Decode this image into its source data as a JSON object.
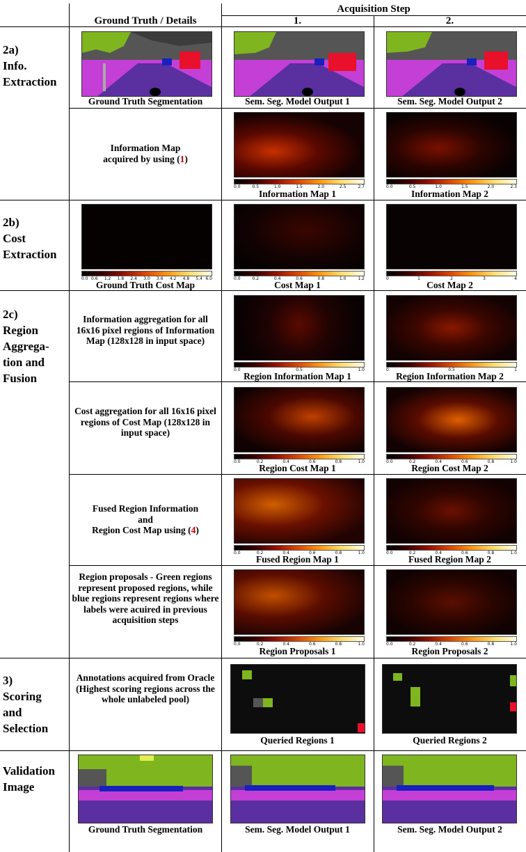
{
  "header": {
    "acquisition_step": "Acquisition Step",
    "col_gt": "Ground Truth / Details",
    "col_step1": "1.",
    "col_step2": "2."
  },
  "rows": {
    "info_extraction": {
      "label": "2a)\nInfo.\nExtraction"
    },
    "cost_extraction": {
      "label": "2b)\nCost\nExtraction"
    },
    "region_aggregation": {
      "label": "2c)\nRegion\nAggrega-\ntion and\nFusion"
    },
    "scoring": {
      "label": "3)\nScoring\nand\nSelection"
    },
    "validation": {
      "label": "Validation\nImage"
    }
  },
  "descriptions": {
    "info_map_a": "Information Map",
    "info_map_b": "acquired by using (",
    "info_map_ref": "1",
    "info_map_c": ")",
    "info_agg": "Information aggregation for all 16x16 pixel regions of Information Map (128x128 in input space)",
    "cost_agg": "Cost aggregation for all 16x16 pixel regions of Cost Map (128x128 in input space)",
    "fused_a": "Fused Region Information",
    "fused_b": "and",
    "fused_c": "Region Cost Map using (",
    "fused_ref": "4",
    "fused_d": ")",
    "proposals": "Region proposals - Green regions represent proposed regions, while blue regions represent regions where labels were acuired in previous acquisition steps",
    "annotations": "Annotations acquired from Oracle (Highest scoring regions across the whole unlabeled pool)"
  },
  "captions": {
    "gt_seg": "Ground Truth Segmentation",
    "seg1": "Sem. Seg. Model Output 1",
    "seg2": "Sem. Seg. Model Output 2",
    "info1": "Information Map 1",
    "info2": "Information Map 2",
    "gt_cost": "Ground Truth Cost Map",
    "cost1": "Cost Map 1",
    "cost2": "Cost Map 2",
    "rinfo1": "Region Information Map 1",
    "rinfo2": "Region Information Map 2",
    "rcost1": "Region Cost Map 1",
    "rcost2": "Region Cost Map 2",
    "fused1": "Fused Region Map 1",
    "fused2": "Fused Region Map 2",
    "prop1": "Region Proposals 1",
    "prop2": "Region Proposals 2",
    "query1": "Queried Regions 1",
    "query2": "Queried Regions 2",
    "val_gt": "Ground Truth Segmentation",
    "val1": "Sem. Seg. Model Output 1",
    "val2": "Sem. Seg. Model Output 2"
  },
  "colorbars": {
    "info1": [
      "0.0",
      "0.5",
      "1.0",
      "1.5",
      "2.0",
      "2.5",
      "2.7"
    ],
    "info2": [
      "0.0",
      "0.5",
      "1.0",
      "1.5",
      "2.0",
      "2.3"
    ],
    "gt_cost": [
      "0.0",
      "0.6",
      "1.2",
      "1.8",
      "2.4",
      "3.0",
      "3.6",
      "4.2",
      "4.8",
      "5.4",
      "6.0"
    ],
    "cost1": [
      "0.0",
      "0.2",
      "0.4",
      "0.6",
      "0.8",
      "1.0",
      "1.2"
    ],
    "cost2": [
      "0",
      "1",
      "2",
      "3",
      "4"
    ],
    "rinfo1": [
      "0.0",
      "0.5",
      "1.0"
    ],
    "rinfo2": [
      "0",
      "0.5",
      "1"
    ],
    "rcost1": [
      "0.0",
      "0.2",
      "0.4",
      "0.6",
      "0.8",
      "1.0"
    ],
    "rcost2": [
      "0.0",
      "0.2",
      "0.4",
      "0.6",
      "0.8",
      "1.0"
    ],
    "fused1": [
      "0.0",
      "0.2",
      "0.4",
      "0.6",
      "0.8",
      "1.0"
    ],
    "fused2": [
      "0.0",
      "0.2",
      "0.4",
      "0.6",
      "0.8",
      "1.0"
    ],
    "prop1": [
      "0.0",
      "0.2",
      "0.4",
      "0.6",
      "0.8",
      "1.0"
    ],
    "prop2": [
      "0.0",
      "0.2",
      "0.4",
      "0.6",
      "0.8",
      "1.0"
    ]
  },
  "colors": {
    "reference_red": "#c00000",
    "sky_green": "#7fb51e",
    "road_purple": "#5a2fa0",
    "sidewalk_magenta": "#c43fd6",
    "pedestrian_red": "#e8102a",
    "car_blue": "#1820c0",
    "building_gray": "#5a5a5a",
    "proposal_green": "#3aa030",
    "previous_blue": "#2030c8"
  }
}
